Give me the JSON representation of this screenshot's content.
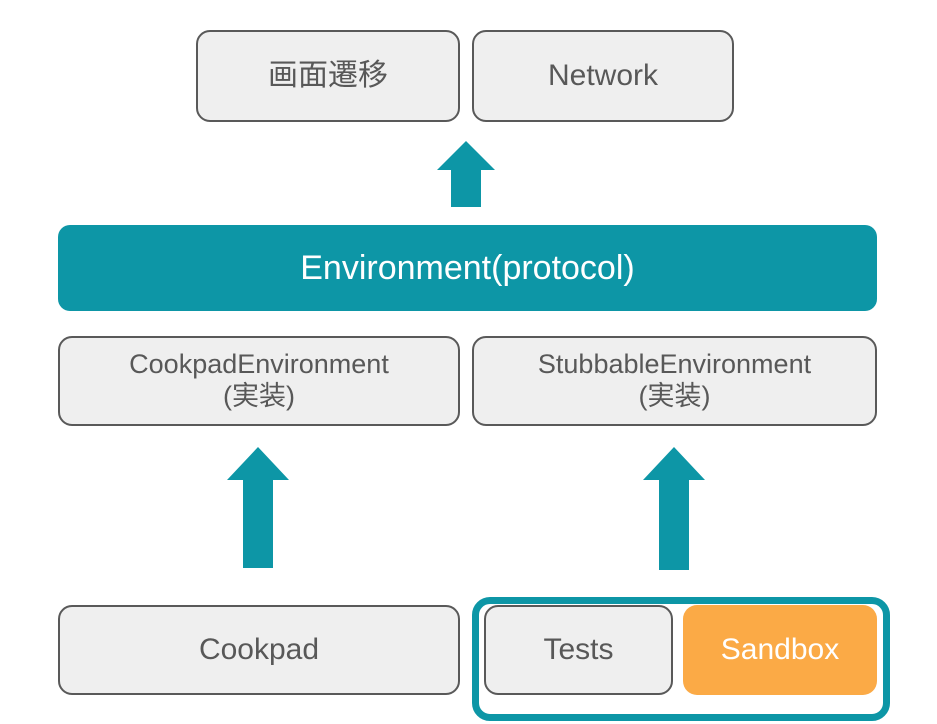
{
  "diagram": {
    "title": "Environment protocol layering diagram",
    "colors": {
      "teal": "#0d96a6",
      "orange": "#fbaa46",
      "gray_fill": "#efefef",
      "gray_border": "#595959",
      "gray_text": "#585858",
      "white": "#ffffff"
    },
    "top_row": [
      {
        "label": "画面遷移"
      },
      {
        "label": "Network"
      }
    ],
    "protocol_row": {
      "label": "Environment(protocol)"
    },
    "implementation_row": [
      {
        "label": "CookpadEnvironment\n(実装)"
      },
      {
        "label": "StubbableEnvironment\n(実装)"
      }
    ],
    "bottom_row": [
      {
        "label": "Cookpad"
      },
      {
        "label": "Tests"
      },
      {
        "label": "Sandbox"
      }
    ],
    "arrows": [
      {
        "name": "arrow-protocol-to-top",
        "direction": "up"
      },
      {
        "name": "arrow-cookpad-to-cookpad-environment",
        "direction": "up"
      },
      {
        "name": "arrow-tests-to-stubbable-environment",
        "direction": "up"
      }
    ]
  }
}
